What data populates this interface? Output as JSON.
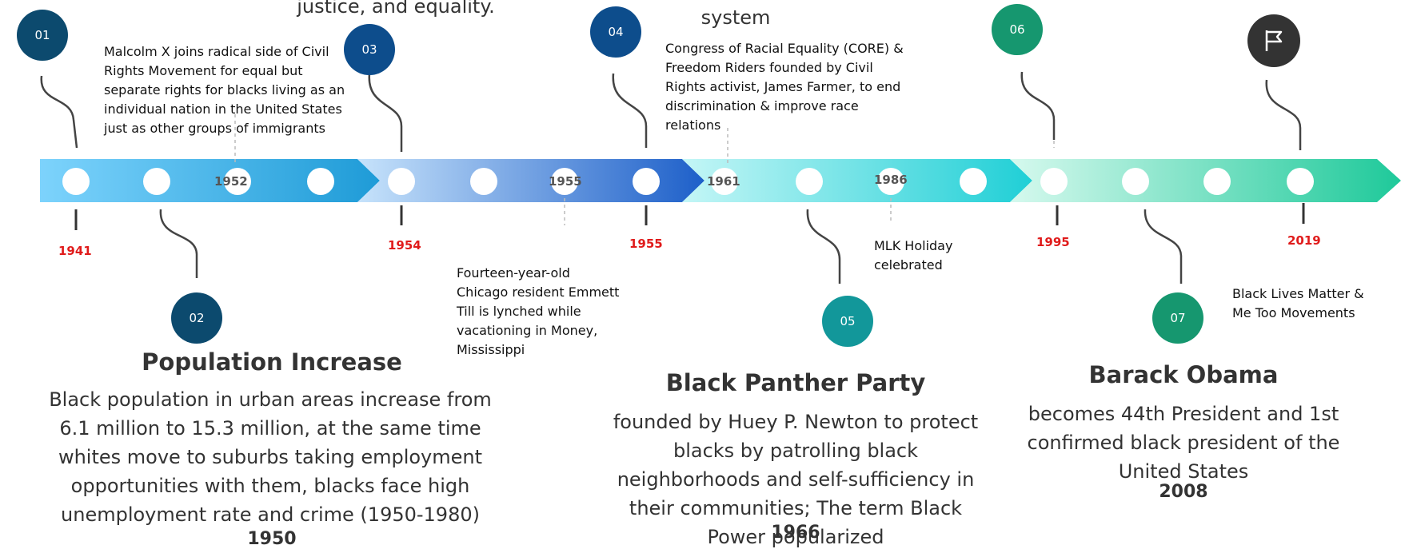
{
  "top_fragments": {
    "left": "justice, and equality.",
    "middle": "system"
  },
  "milestones": [
    {
      "num": "01",
      "year": "1941",
      "color": "#0c4a6e"
    },
    {
      "num": "02",
      "year": "",
      "color": "#0c4a6e"
    },
    {
      "num": "03",
      "year": "1954",
      "color": "#0d4d8c"
    },
    {
      "num": "04",
      "year": "1955",
      "color": "#0d4d8c"
    },
    {
      "num": "05",
      "year": "",
      "color": "#12979a"
    },
    {
      "num": "06",
      "year": "1995",
      "color": "#16976f"
    },
    {
      "num": "07",
      "year": "2019",
      "color": "#16976f"
    }
  ],
  "flag_icon": "flag-icon",
  "axis_years": [
    "1952",
    "1955",
    "1961",
    "1986"
  ],
  "events": {
    "e03": "Malcolm X joins radical side of Civil Rights Movement for equal but separate rights for blacks living as an individual nation in the United States just as other groups of immigrants",
    "e04": "Congress of Racial Equality (CORE) & Freedom Riders founded by Civil Rights activist, James Farmer, to end discrimination & improve race relations",
    "e_till": "Fourteen-year-old Chicago resident Emmett Till is lynched while vacationing in Money, Mississippi",
    "e_mlk": "MLK Holiday celebrated",
    "e07": "Black Lives Matter & Me Too Movements"
  },
  "features": [
    {
      "title": "Population Increase",
      "body": "Black population in urban areas increase from 6.1 million to 15.3 million, at the same time whites move to suburbs taking employment opportunities with them, blacks face high unemployment rate and crime (1950-1980)",
      "year": "1950"
    },
    {
      "title": "Black Panther Party",
      "body": "founded by Huey P. Newton to protect blacks by patrolling black neighborhoods and self-sufficiency in their communities; The term Black Power popularized",
      "year": "1966"
    },
    {
      "title": "Barack Obama",
      "body": "becomes 44th President and 1st confirmed black president of the United States",
      "year": "2008"
    }
  ],
  "colors": {
    "seg1_start": "#7dd3fc",
    "seg1_end": "#1e9bd7",
    "seg2_start": "#c7e3fb",
    "seg2_end": "#1d5fc9",
    "seg3_start": "#c4f6f6",
    "seg3_end": "#1fcfd6",
    "seg4_start": "#d6f9ee",
    "seg4_end": "#1ec99a",
    "year_red": "#e01b1b"
  }
}
